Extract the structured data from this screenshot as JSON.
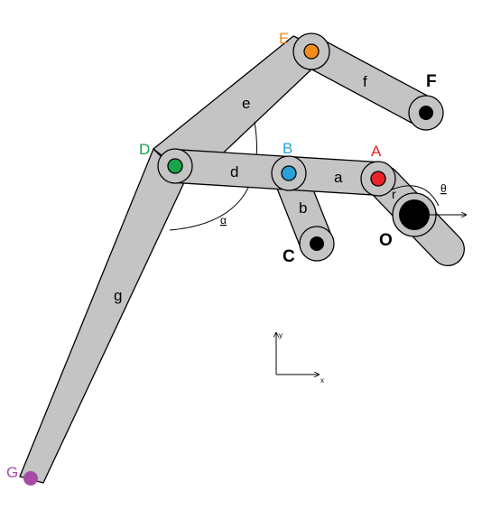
{
  "diagram": {
    "links": {
      "a": "a",
      "b": "b",
      "d": "d",
      "e": "e",
      "f": "f",
      "g": "g",
      "r": "r"
    },
    "points": {
      "A": {
        "label": "A",
        "color": "#e8232a"
      },
      "B": {
        "label": "B",
        "color": "#2a9fd8"
      },
      "C": {
        "label": "C",
        "color": "#000000"
      },
      "D": {
        "label": "D",
        "color": "#1aa34a"
      },
      "E": {
        "label": "E",
        "color": "#f28c1c"
      },
      "F": {
        "label": "F",
        "color": "#000000"
      },
      "G": {
        "label": "G",
        "color": "#a64ca6"
      },
      "O": {
        "label": "O",
        "color": "#000000"
      }
    },
    "angles": {
      "alpha": "α",
      "theta": "θ"
    },
    "axes": {
      "x": "x",
      "y": "y"
    },
    "colors": {
      "link_fill": "#c4c4c4",
      "link_stroke": "#000000",
      "pivot_ring_fill": "#c4c4c4"
    }
  }
}
